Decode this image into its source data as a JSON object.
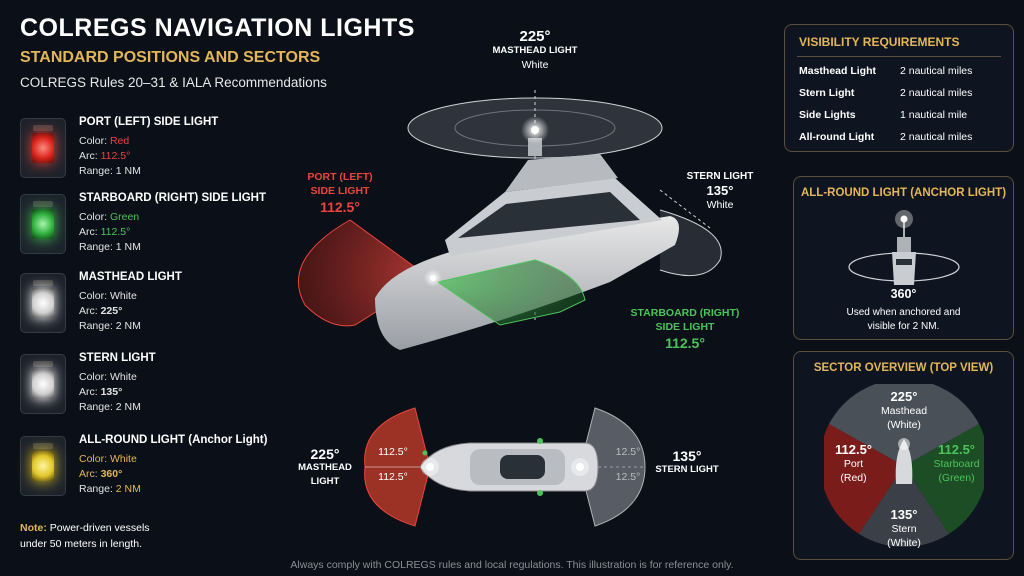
{
  "header": {
    "title": "COLREGS NAVIGATION LIGHTS",
    "subtitle": "STANDARD POSITIONS AND SECTORS",
    "rules": "COLREGS Rules 20–31 & IALA Recommendations"
  },
  "lights": [
    {
      "name": "PORT (LEFT) SIDE LIGHT",
      "color_label": "Color:",
      "color_value": "Red",
      "arc_label": "Arc:",
      "arc_value": "112.5°",
      "range": "Range: 1 NM",
      "accent": "#e8453c",
      "icon": "lantern-red-icon"
    },
    {
      "name": "STARBOARD (RIGHT) SIDE LIGHT",
      "color_label": "Color:",
      "color_value": "Green",
      "arc_label": "Arc:",
      "arc_value": "112.5°",
      "range": "Range: 1 NM",
      "accent": "#4cc35a",
      "icon": "lantern-green-icon"
    },
    {
      "name": "MASTHEAD LIGHT",
      "color_label": "Color:",
      "color_value": "White",
      "arc_label": "Arc:",
      "arc_value": "225°",
      "range": "Range: 2 NM",
      "accent": "#ffffff",
      "icon": "lantern-white-icon"
    },
    {
      "name": "STERN LIGHT",
      "color_label": "Color:",
      "color_value": "White",
      "arc_label": "Arc:",
      "arc_value": "135°",
      "range": "Range: 2 NM",
      "accent": "#ffffff",
      "icon": "lantern-white-icon"
    },
    {
      "name": "ALL-ROUND LIGHT (Anchor Light)",
      "color_label": "Color:",
      "color_value": "White",
      "arc_label": "Arc:",
      "arc_value": "360°",
      "range_prefix": "Range:",
      "range_value": "2 NM",
      "accent": "#e3b658",
      "icon": "lantern-yellow-icon"
    }
  ],
  "note": {
    "label": "Note:",
    "text_line1": "Power-driven vessels",
    "text_line2": "under 50 meters in length."
  },
  "side_view": {
    "masthead_angle": "225°",
    "masthead_name": "MASTHEAD LIGHT",
    "masthead_color": "White",
    "port_name_1": "PORT (LEFT)",
    "port_name_2": "SIDE LIGHT",
    "port_angle": "112.5°",
    "stern_name": "STERN LIGHT",
    "stern_angle": "135°",
    "stern_color": "White",
    "starboard_name_1": "STARBOARD (RIGHT)",
    "starboard_name_2": "SIDE LIGHT",
    "starboard_angle": "112.5°"
  },
  "top_view": {
    "masthead_angle": "225°",
    "masthead_name_1": "MASTHEAD",
    "masthead_name_2": "LIGHT",
    "port_arc_top": "112.5°",
    "port_arc_bottom": "112.5°",
    "stern_arc_top": "12.5°",
    "stern_arc_bottom": "12.5°",
    "stern_angle": "135°",
    "stern_name": "STERN LIGHT"
  },
  "visibility": {
    "title": "VISIBILITY REQUIREMENTS",
    "rows": [
      {
        "label": "Masthead Light",
        "value": "2 nautical miles"
      },
      {
        "label": "Stern Light",
        "value": "2 nautical miles"
      },
      {
        "label": "Side Lights",
        "value": "1 nautical mile"
      },
      {
        "label": "All-round Light",
        "value": "2 nautical miles"
      }
    ]
  },
  "all_round": {
    "title": "ALL-ROUND LIGHT (ANCHOR LIGHT)",
    "angle": "360°",
    "desc_line1": "Used when anchored and",
    "desc_line2": "visible for 2 NM."
  },
  "sector": {
    "title": "SECTOR OVERVIEW (TOP VIEW)",
    "masthead_angle": "225°",
    "masthead_name": "Masthead",
    "masthead_color": "(White)",
    "port_angle": "112.5°",
    "port_name": "Port",
    "port_color": "(Red)",
    "starboard_angle": "112.5°",
    "starboard_name": "Starboard",
    "starboard_color": "(Green)",
    "stern_angle": "135°",
    "stern_name": "Stern",
    "stern_color": "(White)"
  },
  "footer": "Always comply with COLREGS rules and local regulations. This illustration is for reference only.",
  "colors": {
    "accent_gold": "#e3b658",
    "red": "#e8453c",
    "green": "#4cc35a",
    "background": "#0b1018"
  }
}
